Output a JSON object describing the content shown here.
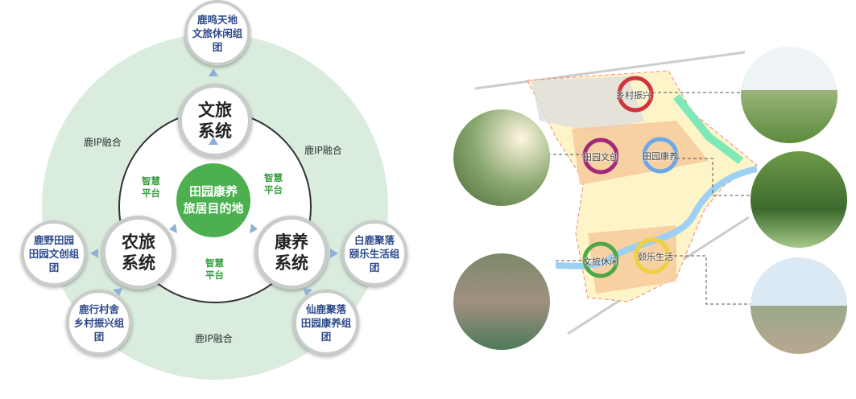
{
  "center": {
    "line1": "田园康养",
    "line2": "旅居目的地"
  },
  "systems": [
    {
      "line1": "文旅",
      "line2": "系统"
    },
    {
      "line1": "农旅",
      "line2": "系统"
    },
    {
      "line1": "康养",
      "line2": "系统"
    }
  ],
  "groups": [
    {
      "line1": "鹿鸣天地",
      "line2": "文旅休闲组团"
    },
    {
      "line1": "鹿野田园",
      "line2": "田园文创组团"
    },
    {
      "line1": "鹿行村舍",
      "line2": "乡村振兴组团"
    },
    {
      "line1": "白鹿聚落",
      "line2": "颐乐生活组团"
    },
    {
      "line1": "仙鹿聚落",
      "line2": "田园康养组团"
    }
  ],
  "ip_label": "鹿IP融合",
  "platform": {
    "line1": "智慧",
    "line2": "平台"
  },
  "map_labels": [
    "乡村振兴",
    "田园文创",
    "田园康养",
    "文旅休闲",
    "颐乐生活"
  ],
  "colors": {
    "outer": "#d9ecdd",
    "center": "#4caf50",
    "group_text": "#2d4a8a",
    "platform": "#3aa040"
  }
}
